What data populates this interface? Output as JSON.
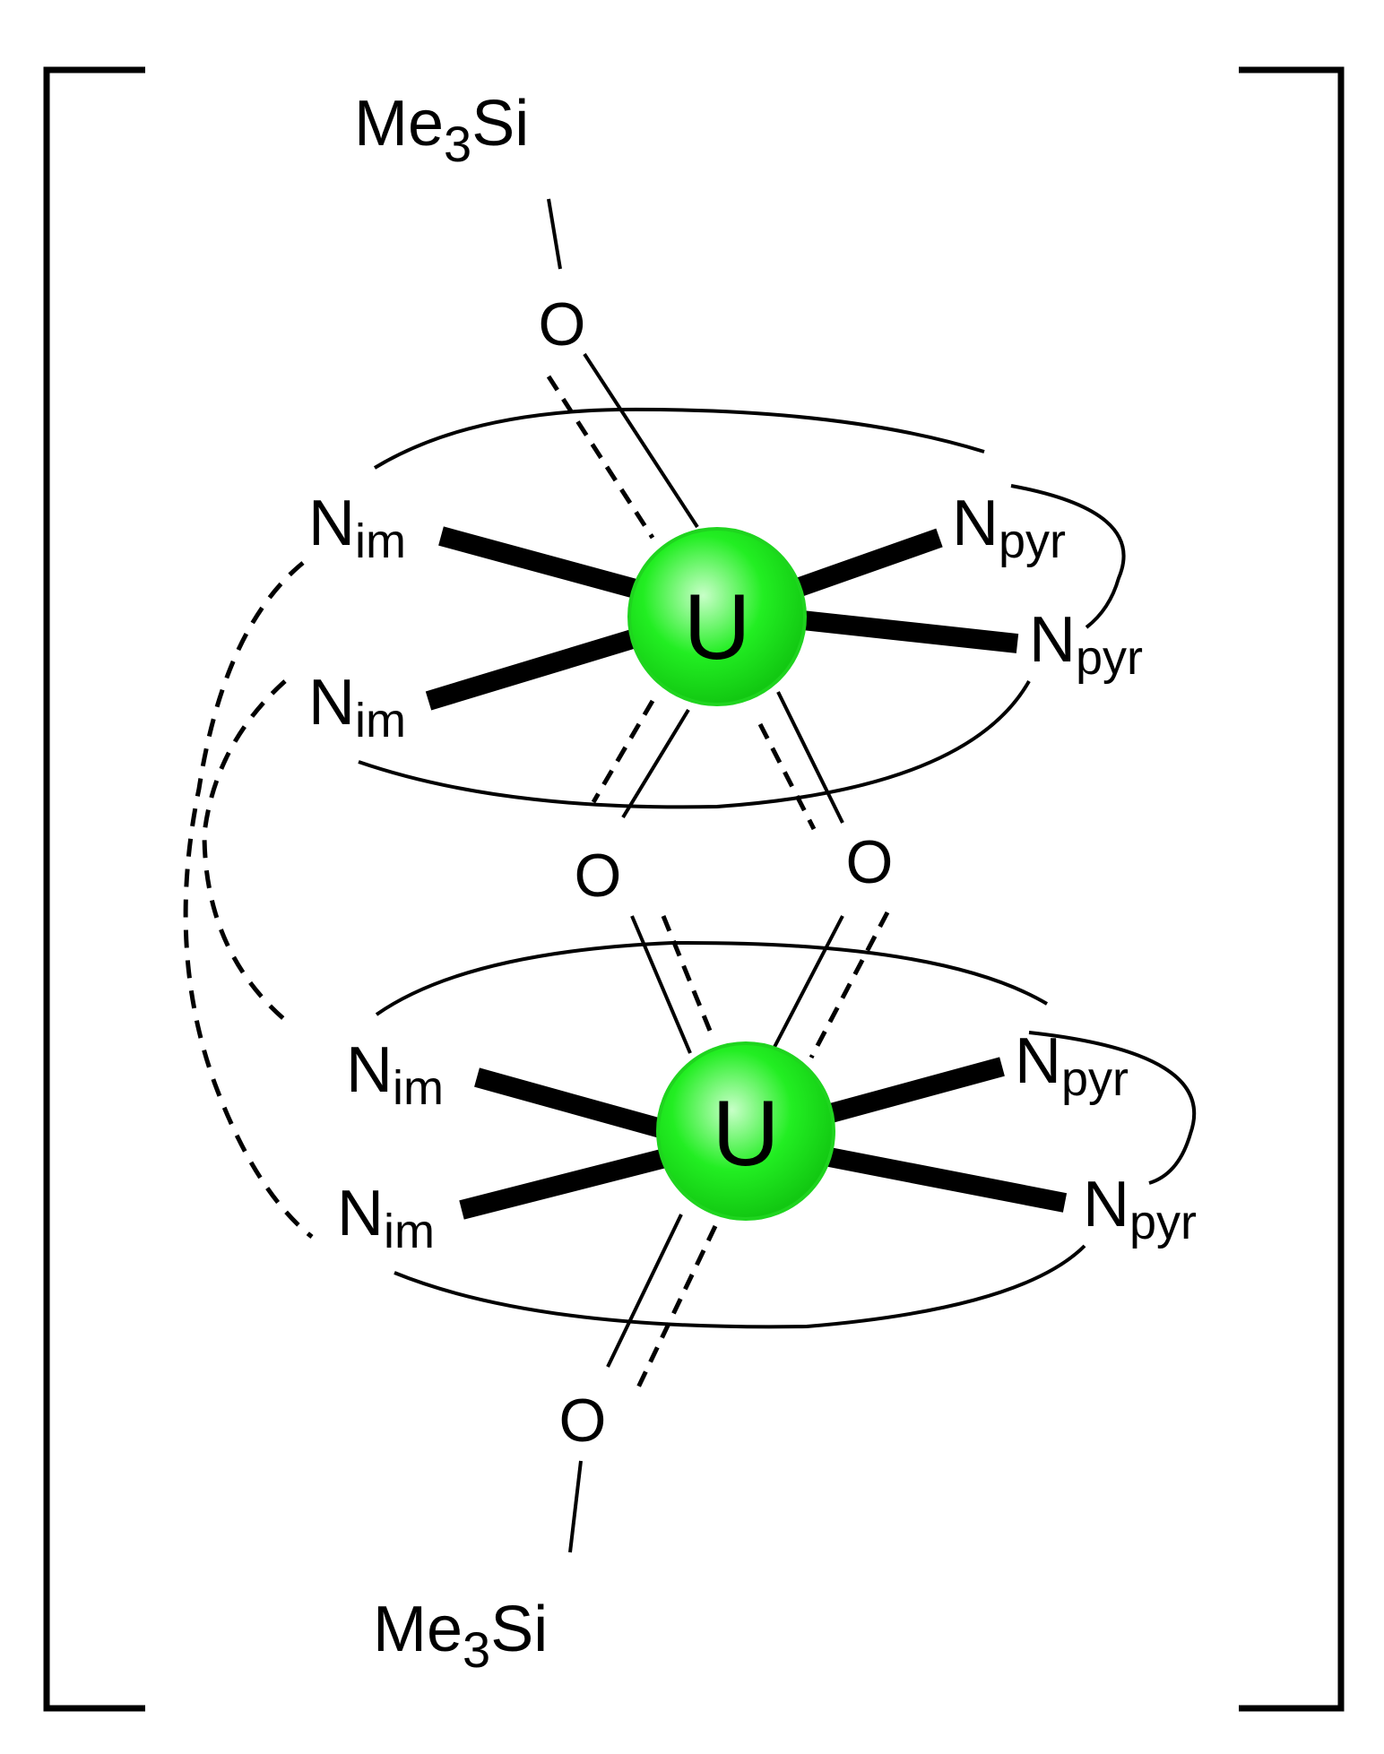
{
  "diagram": {
    "metal_color": "#22ee22",
    "metal_highlight": "#c8ffc8",
    "metals": [
      {
        "label": "U"
      },
      {
        "label": "U"
      }
    ],
    "silyl_groups": [
      {
        "main": "Me",
        "sub": "3",
        "tail": "Si"
      },
      {
        "main": "Me",
        "sub": "3",
        "tail": "Si"
      }
    ],
    "oxygen_atoms": [
      {
        "label": "O"
      },
      {
        "label": "O"
      },
      {
        "label": "O"
      },
      {
        "label": "O"
      }
    ],
    "nitrogen_atoms": [
      {
        "main": "N",
        "sub": "im"
      },
      {
        "main": "N",
        "sub": "im"
      },
      {
        "main": "N",
        "sub": "pyr"
      },
      {
        "main": "N",
        "sub": "pyr"
      },
      {
        "main": "N",
        "sub": "im"
      },
      {
        "main": "N",
        "sub": "im"
      },
      {
        "main": "N",
        "sub": "pyr"
      },
      {
        "main": "N",
        "sub": "pyr"
      }
    ]
  }
}
